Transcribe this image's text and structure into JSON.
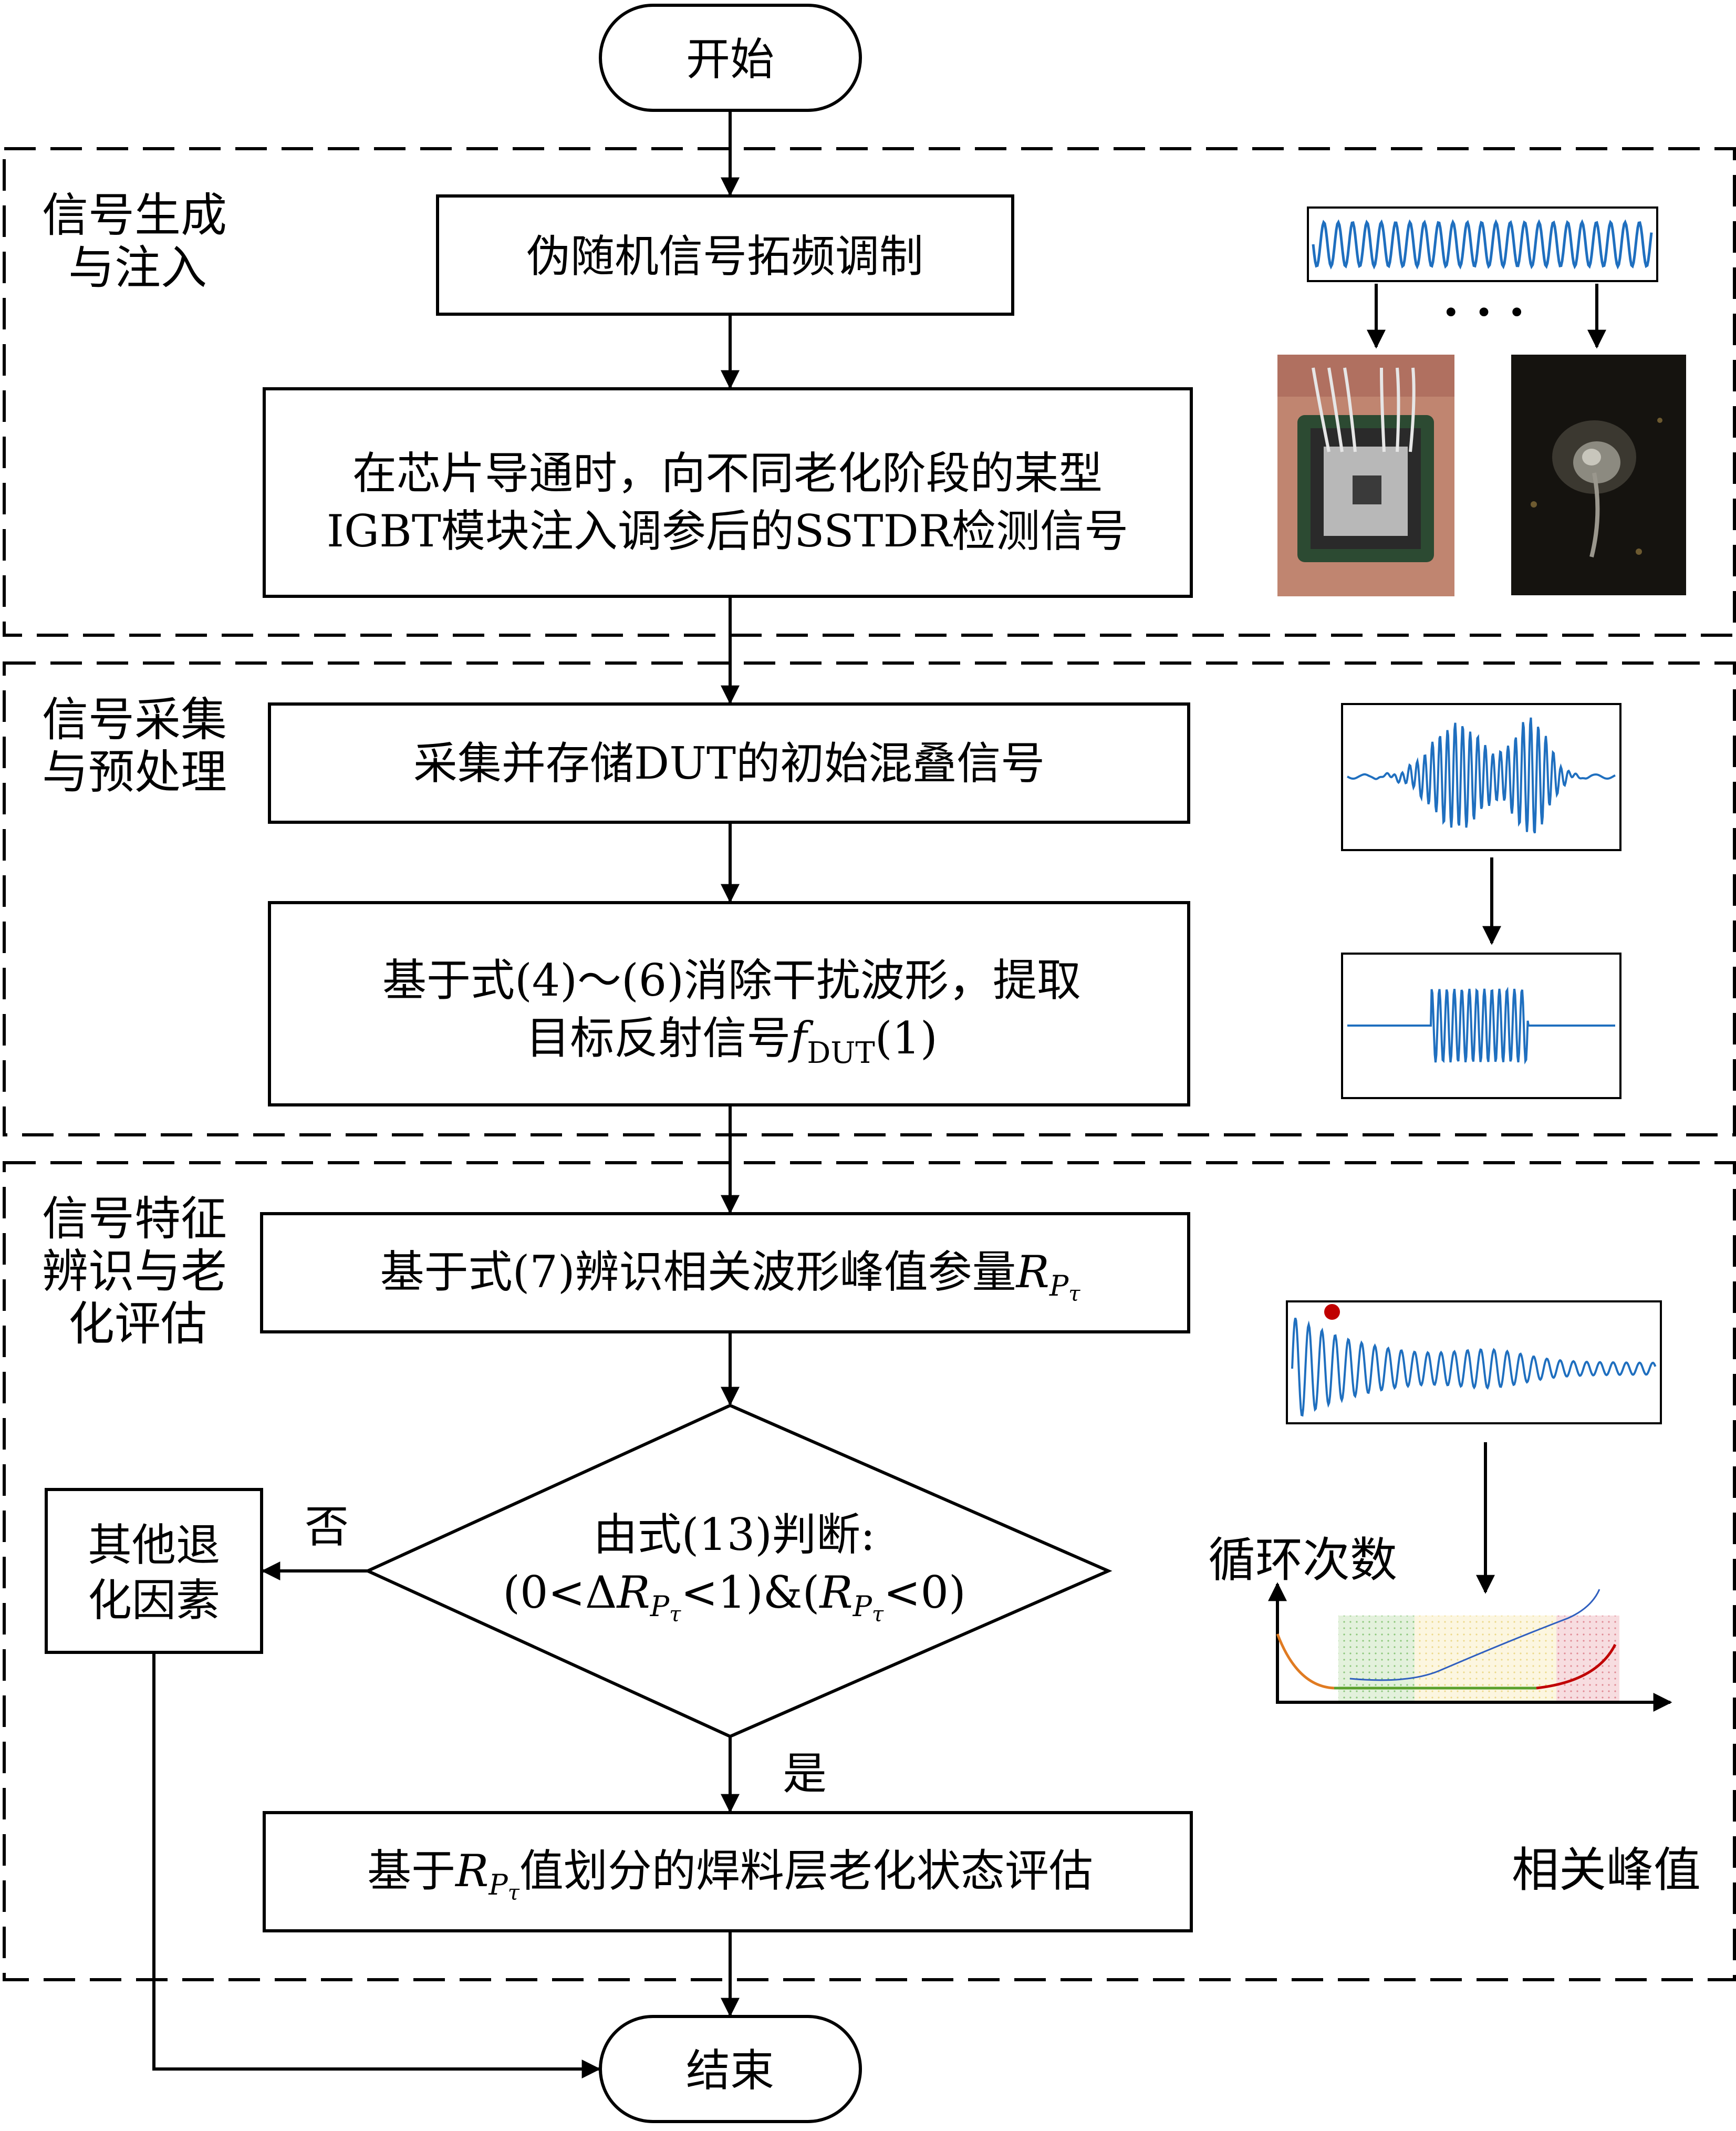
{
  "flow": {
    "start": "开始",
    "end": "结束",
    "sections": {
      "s1": [
        "信号生成",
        "与注入"
      ],
      "s2": [
        "信号采集",
        "与预处理"
      ],
      "s3": [
        "信号特征",
        "辨识与老",
        "化评估"
      ]
    },
    "steps": {
      "modulate": "伪随机信号拓频调制",
      "inject": [
        "在芯片导通时，向不同老化阶段的某型",
        "IGBT模块注入调参后的SSTDR检测信号"
      ],
      "collect": "采集并存储DUT的初始混叠信号",
      "eliminate_line1": "基于式(4)～(6)消除干扰波形，提取",
      "eliminate_line2_pre": "目标反射信号",
      "eliminate_f": "f",
      "eliminate_sub": "DUT",
      "eliminate_post": "(1)",
      "identify_pre": "基于式(7)辨识相关波形峰值参量",
      "decision_line1": "由式(13)判断:",
      "other": [
        "其他退",
        "化因素"
      ],
      "assess_pre": "基于",
      "assess_post": "值划分的焊料层老化状态评估"
    },
    "math": {
      "R": "R",
      "P": "P",
      "tau": "τ",
      "d_open": "(0<Δ",
      "d_mid": "<1)&(",
      "d_close": "<0)"
    },
    "labels": {
      "no": "否",
      "yes": "是"
    },
    "illustration": {
      "dots": "·  ·  ·",
      "ylabel": "循环次数",
      "xlabel": "相关峰值"
    }
  },
  "colors": {
    "line": "#000000",
    "wave": "#1f6fbf",
    "peak_marker": "#c00000",
    "curve_orange": "#e07b22",
    "curve_green": "#5aa02c",
    "curve_red": "#c00000",
    "curve_blue": "#2f5fbf",
    "zone_green": "#cfe8c4",
    "zone_yellow": "#fbf2cf",
    "zone_red": "#f3c4c8"
  }
}
